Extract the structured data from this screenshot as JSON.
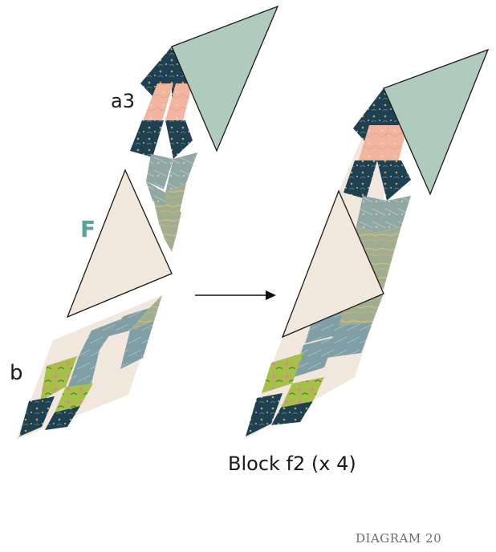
{
  "labels": {
    "a3": "a3",
    "f": "F",
    "b": "b"
  },
  "block_caption": "Block f2 (x 4)",
  "diagram_number": "DIAGRAM 20",
  "colors": {
    "sage": "#b0cbbd",
    "cream": "#f1e7dc",
    "navy": "#1d4053",
    "peach": "#f2b6a0",
    "grey_green": "#8fa8a4",
    "blue_grey": "#7f9ea6",
    "lime": "#a7c04a",
    "label_accent": "#55a59a"
  }
}
